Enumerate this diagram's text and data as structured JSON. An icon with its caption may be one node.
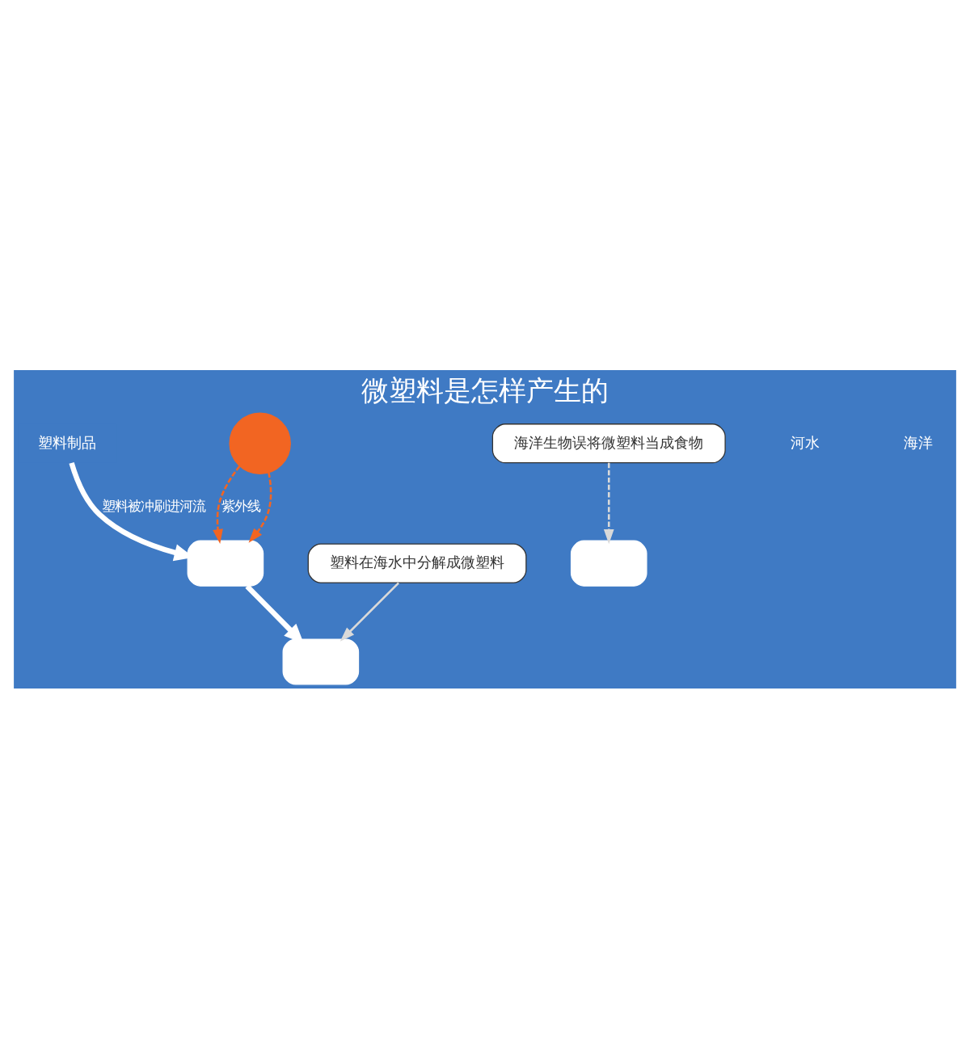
{
  "diagram": {
    "title": "微塑料是怎样产生的",
    "nodes": [
      {
        "text": [
          "塑料制品"
        ]
      },
      {
        "text": [],
        "shape": "circle"
      },
      {
        "text": [],
        "shape": "box"
      },
      {
        "text": [],
        "shape": "box"
      },
      {
        "text": [
          "海洋生物误将微塑料当成食物"
        ]
      },
      {
        "text": [],
        "shape": "box"
      },
      {
        "text": [
          "塑料在海水中分解成微塑料"
        ]
      }
    ],
    "edges": [
      {
        "from": 0,
        "to": 2,
        "arrow": "to",
        "label": "塑料被冲刷进河流",
        "style": "thick"
      },
      {
        "from": 1,
        "to": 2,
        "arrow": "to",
        "label": "紫外线",
        "style": "dashed",
        "color": "#f26522"
      },
      {
        "from": 1,
        "to": 2,
        "arrow": "to",
        "style": "dashed",
        "color": "#f26522"
      },
      {
        "from": 2,
        "to": 3,
        "arrow": "to",
        "style": "thick"
      },
      {
        "from": 4,
        "to": 5,
        "arrow": "to",
        "style": "dashed",
        "color": "#d9d9d9"
      },
      {
        "from": 6,
        "to": 3,
        "arrow": "to",
        "color": "#d9d9d9"
      }
    ],
    "labels": [
      "河水",
      "海洋"
    ]
  }
}
